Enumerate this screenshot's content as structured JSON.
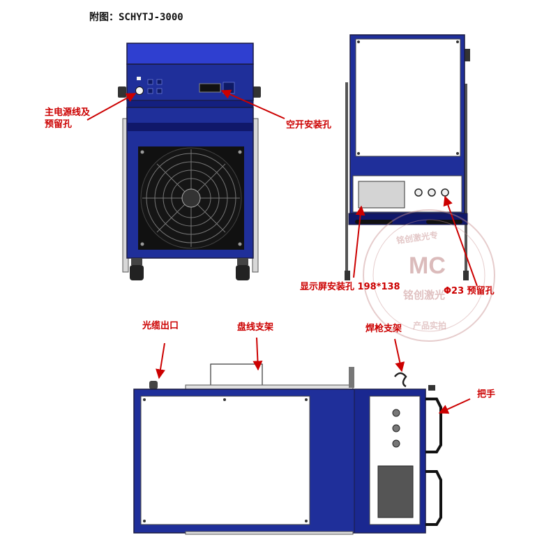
{
  "title": "附图：SCHYTJ-3000",
  "labels": {
    "power_line": "主电源线及\n预留孔",
    "breaker": "空开安装孔",
    "display": "显示屏安装孔 198*138",
    "reserve": "Φ23 预留孔",
    "cable_outlet": "光缆出口",
    "reel_bracket": "盘线支架",
    "torch_bracket": "焊枪支架",
    "handle": "把手"
  },
  "watermark": {
    "logo": "MC",
    "brand": "铭创激光",
    "text_top": "铭创激光专",
    "text_bottom": "产品实拍"
  },
  "colors": {
    "panel_blue": "#1f2f9a",
    "frame_dark": "#1a1a40",
    "annotation_red": "#cc0000",
    "watermark_pink": "#c89090"
  }
}
